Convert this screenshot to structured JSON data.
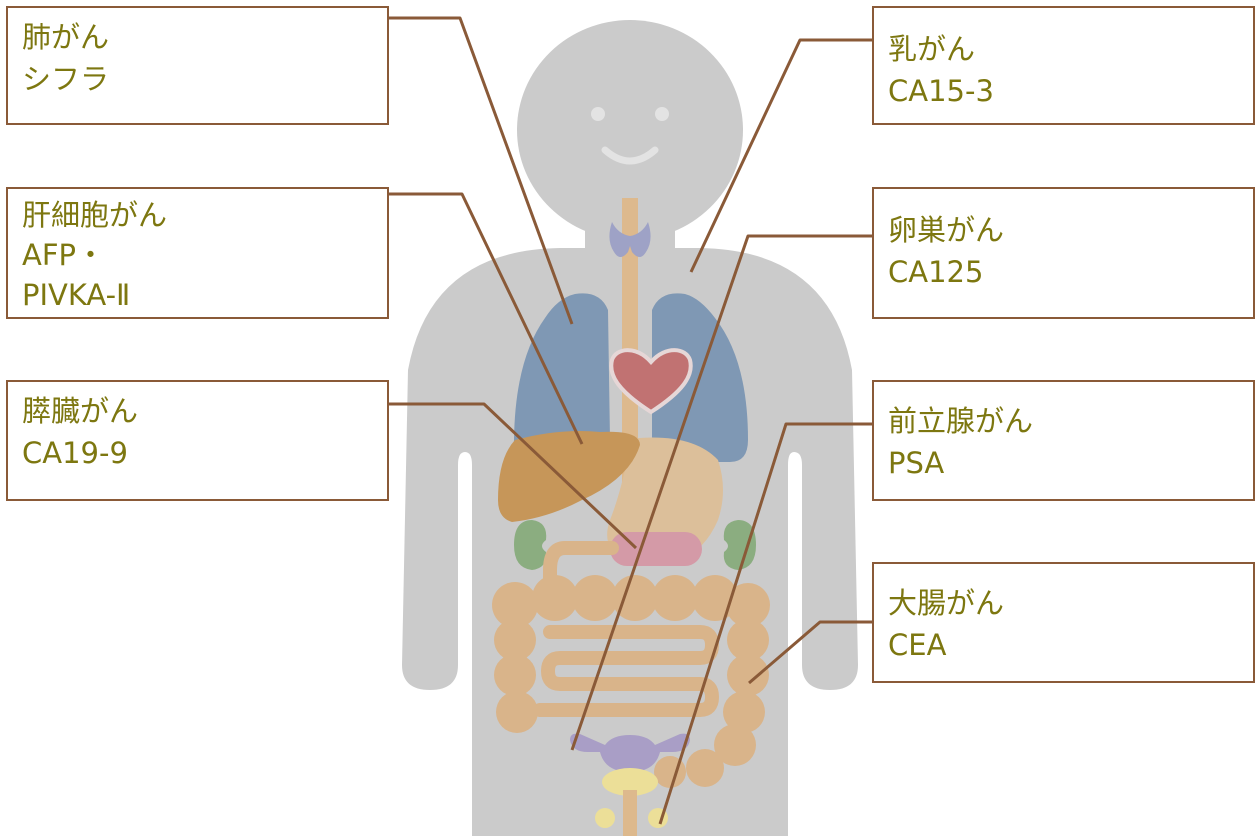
{
  "labels": {
    "lung": {
      "organ": "肺がん",
      "marker": "シフラ"
    },
    "liver": {
      "organ": "肝細胞がん",
      "marker1": "AFP・",
      "marker2": "PIVKA-Ⅱ"
    },
    "pancreas": {
      "organ": "膵臓がん",
      "marker": "CA19-9"
    },
    "breast": {
      "organ": "乳がん",
      "marker": "CA15-3"
    },
    "ovary": {
      "organ": "卵巣がん",
      "marker": "CA125"
    },
    "prostate": {
      "organ": "前立腺がん",
      "marker": "PSA"
    },
    "colon": {
      "organ": "大腸がん",
      "marker": "CEA"
    }
  },
  "colors": {
    "body": "#cbcbcb",
    "lungs": "#7f98b4",
    "heart": "#c17272",
    "liver": "#c69659",
    "esophagus": "#ddb98d",
    "stomach": "#dcbf9a",
    "intestine": "#d9b48a",
    "pancreas": "#d49aa7",
    "kidneys": "#8bad80",
    "thyroid": "#9ea2c6",
    "uterus": "#a99ec6",
    "bladder": "#ecdf98",
    "leader_lines": "#8a5a38",
    "label_text": "#7d7710",
    "box_border": "#8a5a38"
  }
}
